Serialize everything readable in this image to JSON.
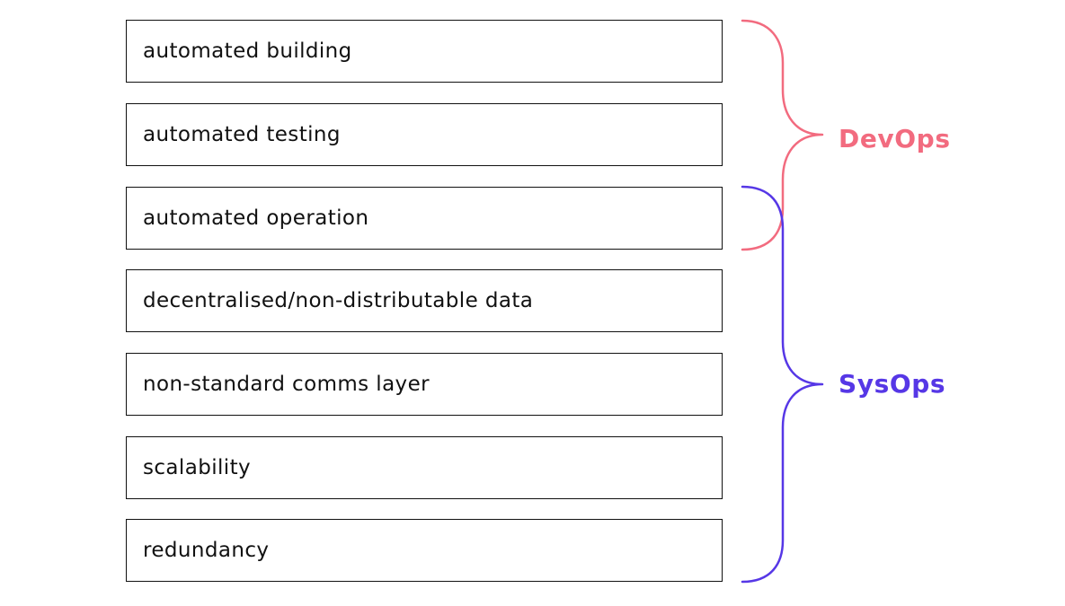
{
  "items": [
    {
      "label": "automated building"
    },
    {
      "label": "automated testing"
    },
    {
      "label": "automated operation"
    },
    {
      "label": "decentralised/non-distributable data"
    },
    {
      "label": "non-standard comms layer"
    },
    {
      "label": "scalability"
    },
    {
      "label": "redundancy"
    }
  ],
  "groups": {
    "devops": {
      "label": "DevOps",
      "color": "#f26b7f"
    },
    "sysops": {
      "label": "SysOps",
      "color": "#5637e6"
    }
  }
}
